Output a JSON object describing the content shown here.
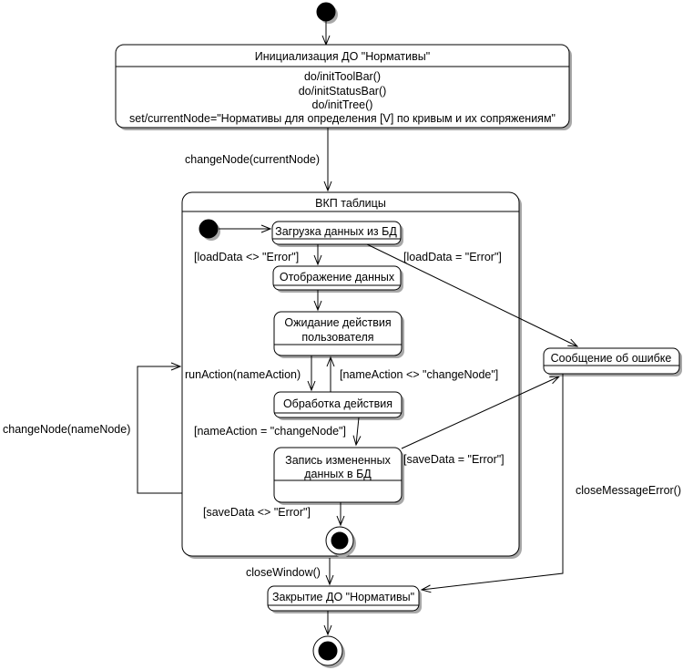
{
  "diagram": {
    "kind": "uml-state-machine",
    "colors": {
      "stroke": "#000000",
      "state_fill": "#ffffff",
      "shadow": "#a8a8a8",
      "background": "#ffffff"
    },
    "states": {
      "init": {
        "title": "Инициализация ДО \"Нормативы\"",
        "actions": [
          "do/initToolBar()",
          "do/initStatusBar()",
          "do/initTree()",
          "set/currentNode=\"Нормативы для определения [V] по кривым и их сопряжениям\""
        ]
      },
      "vkp": {
        "title": "ВКП таблицы"
      },
      "load": {
        "title": "Загрузка данных из БД"
      },
      "display": {
        "title": "Отображение данных"
      },
      "wait": {
        "lines": [
          "Ожидание действия",
          "пользователя"
        ]
      },
      "process": {
        "title": "Обработка действия"
      },
      "write": {
        "lines": [
          "Запись измененных",
          "данных в БД"
        ]
      },
      "message": {
        "title": "Сообщение об ошибке"
      },
      "close": {
        "title": "Закрытие ДО \"Нормативы\""
      }
    },
    "transitions": {
      "change_node_current": "changeNode(currentNode)",
      "load_ok": "[loadData <> \"Error\"]",
      "load_err": "[loadData = \"Error\"]",
      "run_action": "runAction(nameAction)",
      "action_neq": "[nameAction <> \"changeNode\"]",
      "action_eq": "[nameAction = \"changeNode\"]",
      "save_err": "[saveData = \"Error\"]",
      "save_ok": "[saveData <> \"Error\"]",
      "close_window": "closeWindow()",
      "close_message_error": "closeMessageError()",
      "change_node_name": "changeNode(nameNode)"
    }
  }
}
